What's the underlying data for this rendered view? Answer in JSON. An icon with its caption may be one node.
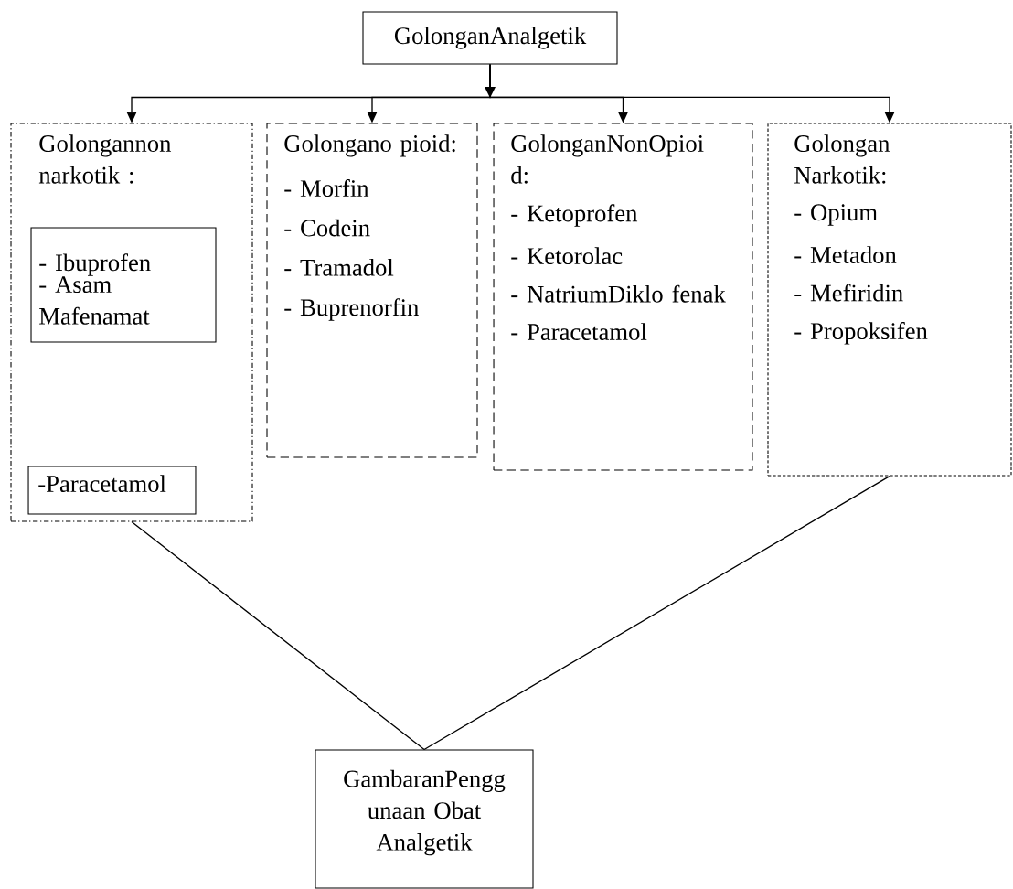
{
  "diagram": {
    "nodes": [
      {
        "text": [
          "GolonganAnalgetik"
        ]
      },
      {
        "text": [
          "Golongannon narkotik :"
        ]
      },
      {
        "text": [
          "- Ibuprofen",
          "- Asam Mafenamat"
        ],
        "in": 1
      },
      {
        "text": [
          "-Paracetamol"
        ],
        "in": 1
      },
      {
        "text": [
          "Golongano pioid:",
          "- Morfin",
          "- Codein",
          "- Tramadol",
          "- Buprenorfin"
        ]
      },
      {
        "text": [
          "GolonganNonOpioi d:",
          "- Ketoprofen",
          "- Ketorolac",
          "- NatriumDiklo fenak",
          "- Paracetamol"
        ]
      },
      {
        "text": [
          "Golongan Narkotik:",
          "- Opium",
          "- Metadon",
          "- Mefiridin",
          "- Propoksifen"
        ]
      },
      {
        "text": [
          "GambaranPengg unaan Obat Analgetik"
        ]
      }
    ],
    "edges": [
      {
        "from": 0,
        "to": 1,
        "arrow": "to"
      },
      {
        "from": 0,
        "to": 4,
        "arrow": "to"
      },
      {
        "from": 0,
        "to": 5,
        "arrow": "to"
      },
      {
        "from": 0,
        "to": 6,
        "arrow": "to"
      },
      {
        "from": 1,
        "to": 7,
        "arrow": "none"
      },
      {
        "from": 6,
        "to": 7,
        "arrow": "none"
      }
    ]
  }
}
